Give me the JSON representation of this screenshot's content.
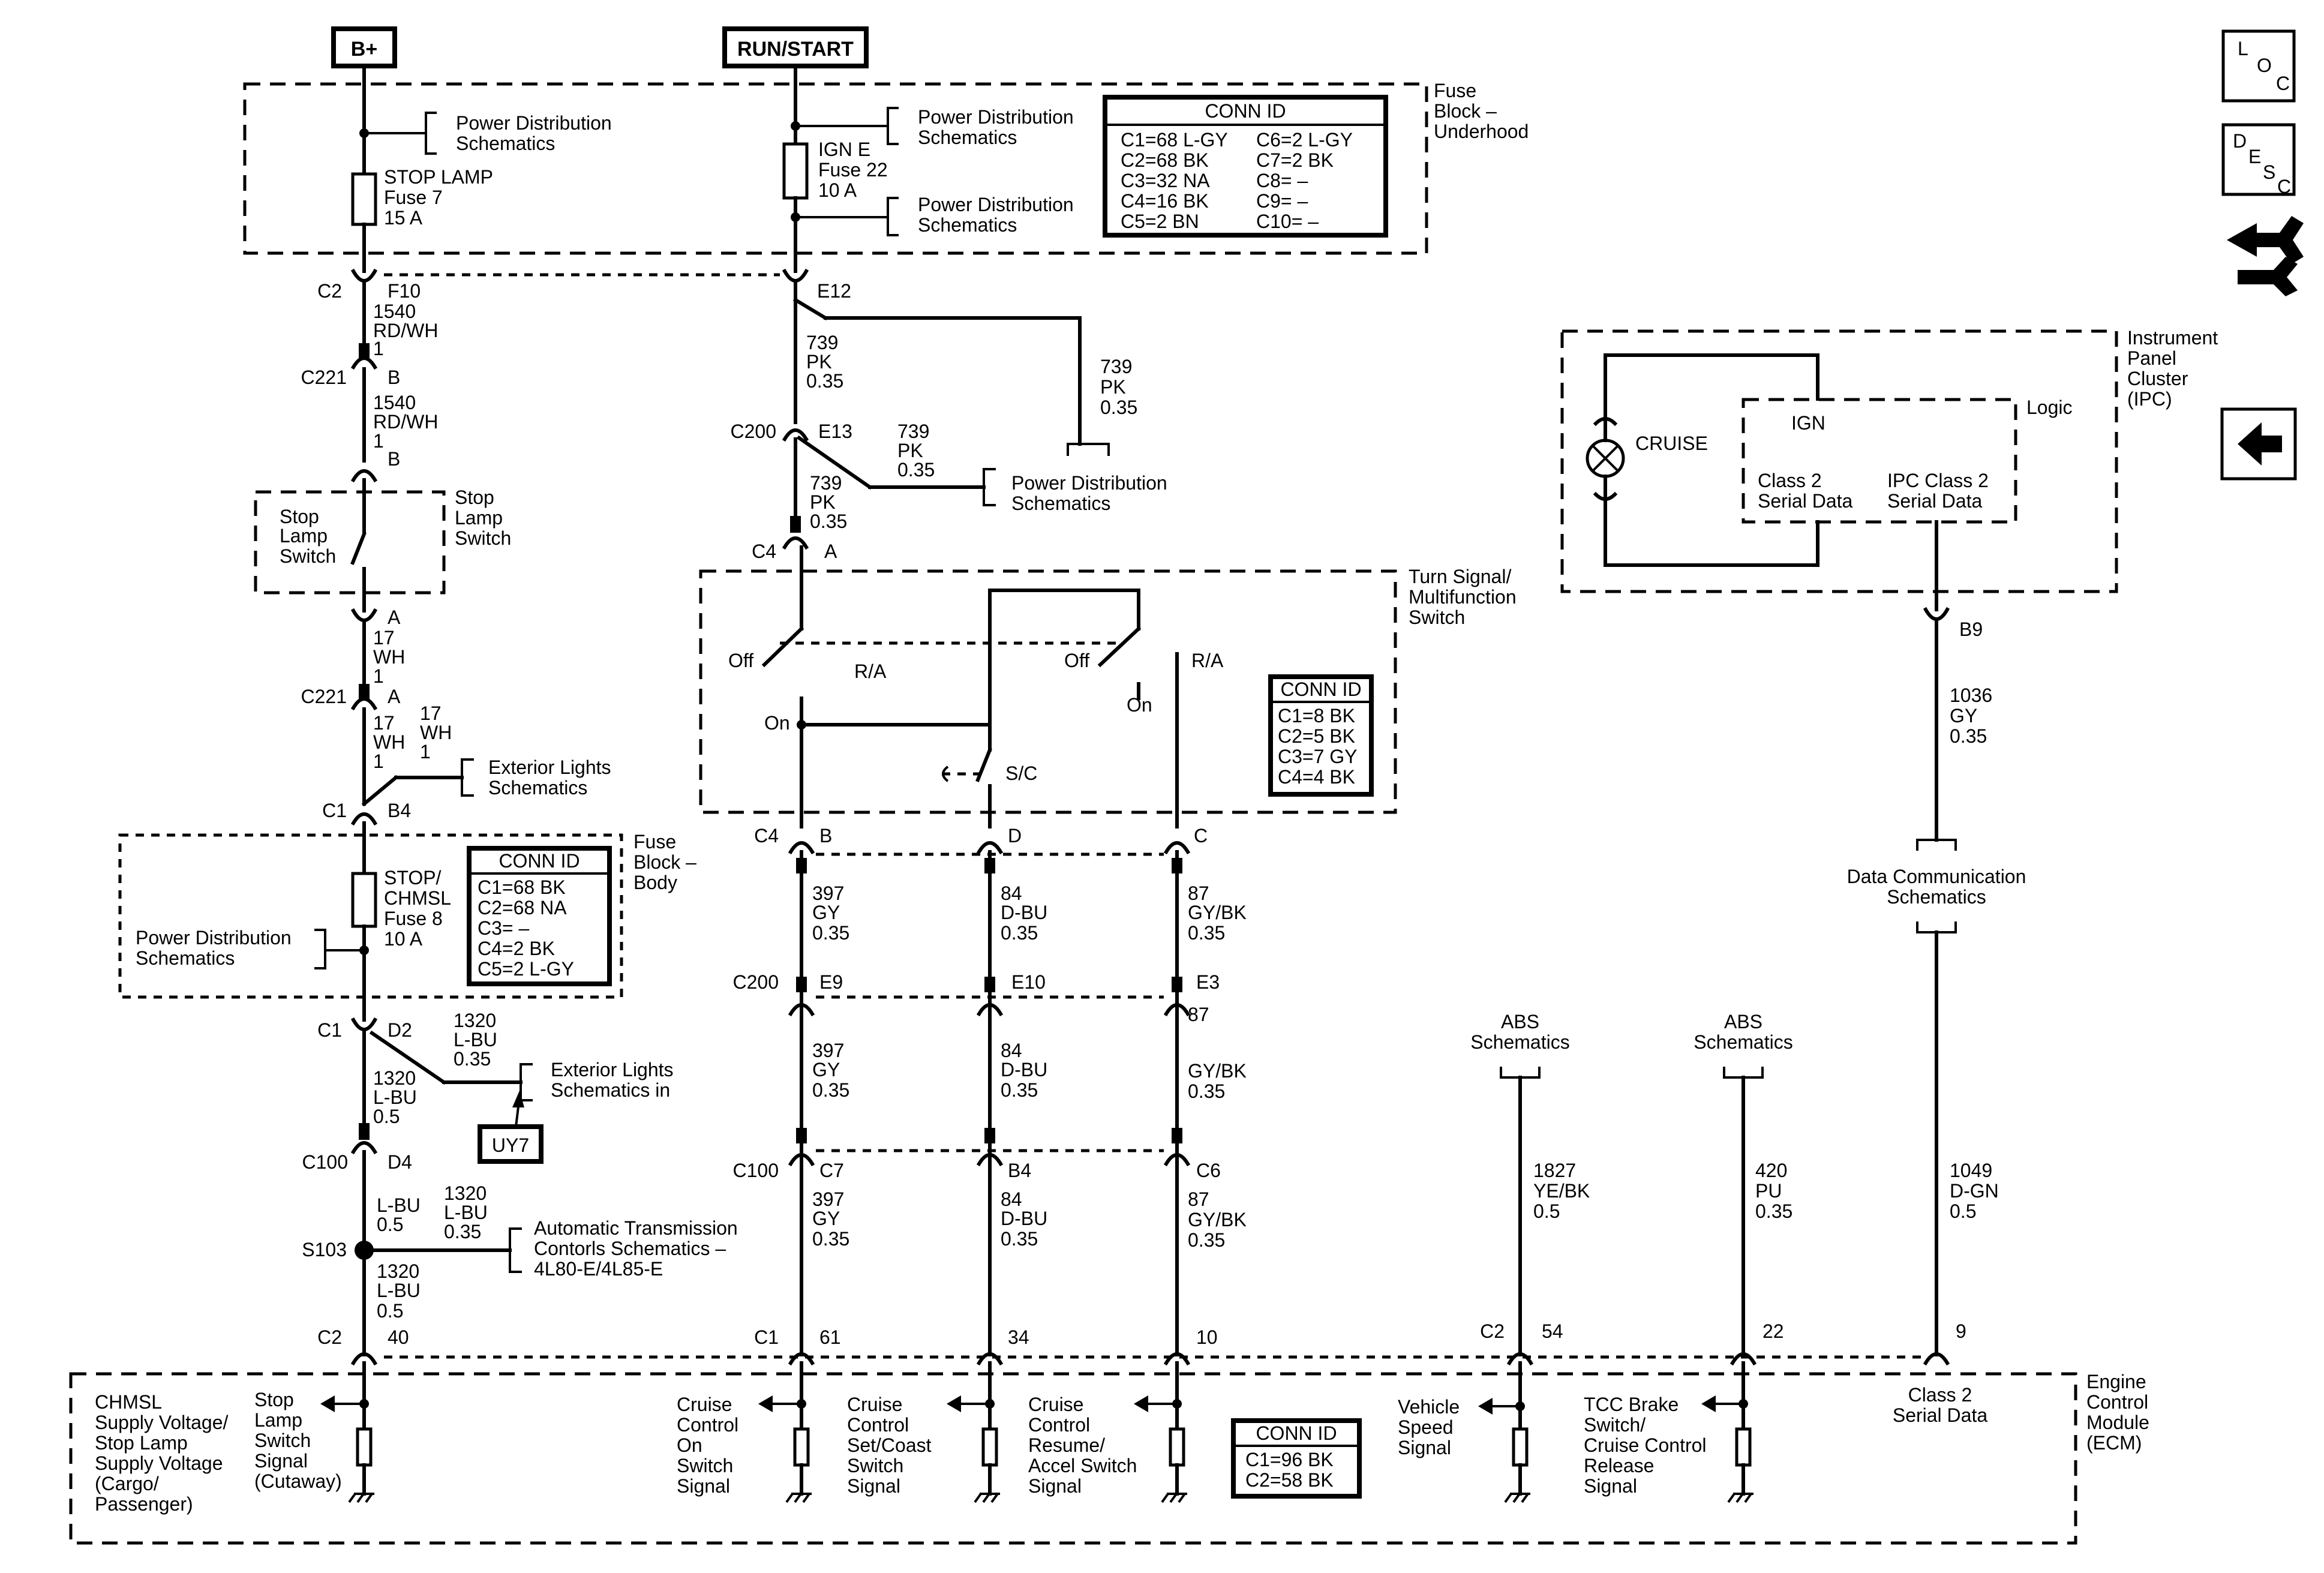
{
  "power": {
    "bplus": "B+",
    "runstart": "RUN/START"
  },
  "nav": {
    "loc": [
      "L",
      "O",
      "C"
    ],
    "desc": [
      "D",
      "E",
      "S",
      "C"
    ]
  },
  "fuse_underhood": {
    "label": [
      "Fuse",
      "Block –",
      "Underhood"
    ],
    "stop_lamp_fuse": [
      "STOP LAMP",
      "Fuse 7",
      "15 A"
    ],
    "ign_fuse": [
      "IGN E",
      "Fuse 22",
      "10 A"
    ],
    "pd1": [
      "Power Distribution",
      "Schematics"
    ],
    "pd2": [
      "Power Distribution",
      "Schematics"
    ],
    "pd3": [
      "Power Distribution",
      "Schematics"
    ],
    "conn_title": "CONN ID",
    "conn_left": [
      "C1=68 L-GY",
      "C2=68 BK",
      "C3=32 NA",
      "C4=16 BK",
      "C5=2 BN"
    ],
    "conn_right": [
      "C6=2 L-GY",
      "C7=2 BK",
      "C8= –",
      "C9= –",
      "C10= –"
    ]
  },
  "left_chain": {
    "c2": "C2",
    "f10": "F10",
    "w1": [
      "1540",
      "RD/WH",
      "1"
    ],
    "c221": "C221",
    "b1": "B",
    "w2": [
      "1540",
      "RD/WH",
      "1"
    ],
    "b2": "B",
    "stop_switch_in": [
      "Stop",
      "Lamp",
      "Switch"
    ],
    "stop_switch_out": [
      "Stop",
      "Lamp",
      "Switch"
    ],
    "a1": "A",
    "w3": [
      "17",
      "WH",
      "1"
    ],
    "c221b": "C221",
    "a2": "A",
    "w4": [
      "17",
      "WH",
      "1"
    ],
    "w5": [
      "17",
      "WH",
      "1"
    ],
    "ext1": [
      "Exterior Lights",
      "Schematics"
    ],
    "c1": "C1",
    "b4": "B4"
  },
  "fuse_body": {
    "label": [
      "Fuse",
      "Block –",
      "Body"
    ],
    "fuse": [
      "STOP/",
      "CHMSL",
      "Fuse 8",
      "10 A"
    ],
    "pd": [
      "Power Distribution",
      "Schematics"
    ],
    "conn_title": "CONN ID",
    "conn": [
      "C1=68 BK",
      "C2=68 NA",
      "C3= –",
      "C4=2 BK",
      "C5=2 L-GY"
    ]
  },
  "lower_left": {
    "c1": "C1",
    "d2": "D2",
    "w1": [
      "1320",
      "L-BU",
      "0.35"
    ],
    "ext2": [
      "Exterior Lights",
      "Schematics in"
    ],
    "uy7": "UY7",
    "w2": [
      "1320",
      "L-BU",
      "0.5"
    ],
    "c100": "C100",
    "d4": "D4",
    "w3": [
      "L-BU",
      "0.5"
    ],
    "w4": [
      "1320",
      "L-BU",
      "0.35"
    ],
    "ats": [
      "Automatic Transmission",
      "Contorls Schematics –",
      "4L80-E/4L85-E"
    ],
    "s103": "S103",
    "w5": [
      "1320",
      "L-BU",
      "0.5"
    ],
    "c2": "C2",
    "p40": "40"
  },
  "middle": {
    "e12": "E12",
    "w1": [
      "739",
      "PK",
      "0.35"
    ],
    "w2": [
      "739",
      "PK",
      "0.35"
    ],
    "c200": "C200",
    "e13": "E13",
    "w3": [
      "739",
      "PK",
      "0.35"
    ],
    "pd4": [
      "Power Distribution",
      "Schematics"
    ],
    "w4": [
      "739",
      "PK",
      "0.35"
    ],
    "c4": "C4",
    "a": "A"
  },
  "turn_switch": {
    "label": [
      "Turn Signal/",
      "Multifunction",
      "Switch"
    ],
    "off1": "Off",
    "ra1": "R/A",
    "off2": "Off",
    "ra2": "R/A",
    "on1": "On",
    "on2": "On",
    "sc": "S/C",
    "conn_title": "CONN ID",
    "conn": [
      "C1=8 BK",
      "C2=5 BK",
      "C3=7 GY",
      "C4=4 BK"
    ]
  },
  "cruise_wires": {
    "c4": "C4",
    "b": "B",
    "d": "D",
    "c": "C",
    "w397a": [
      "397",
      "GY",
      "0.35"
    ],
    "w84a": [
      "84",
      "D-BU",
      "0.35"
    ],
    "w87a": [
      "87",
      "GY/BK",
      "0.35"
    ],
    "c200": "C200",
    "e9": "E9",
    "e10": "E10",
    "e3": "E3",
    "w397b": [
      "397",
      "GY",
      "0.35"
    ],
    "w84b": [
      "84",
      "D-BU",
      "0.35"
    ],
    "w87b": [
      "87",
      "GY/BK",
      "0.35"
    ],
    "c100": "C100",
    "c7": "C7",
    "b4": "B4",
    "c6": "C6",
    "w397c": [
      "397",
      "GY",
      "0.35"
    ],
    "w84c": [
      "84",
      "D-BU",
      "0.35"
    ],
    "w87c": [
      "87",
      "GY/BK",
      "0.35"
    ],
    "c1": "C1",
    "p61": "61",
    "p34": "34",
    "p10": "10"
  },
  "ipc": {
    "label": [
      "Instrument",
      "Panel",
      "Cluster",
      "(IPC)"
    ],
    "logic": "Logic",
    "cruise": "CRUISE",
    "ign": "IGN",
    "class2": [
      "Class 2",
      "Serial Data"
    ],
    "ipc_class2": [
      "IPC Class 2",
      "Serial Data"
    ],
    "b9": "B9",
    "w1": [
      "1036",
      "GY",
      "0.35"
    ],
    "dcs": [
      "Data Communication",
      "Schematics"
    ],
    "w2": [
      "1049",
      "D-GN",
      "0.5"
    ]
  },
  "abs": {
    "abs1": [
      "ABS",
      "Schematics"
    ],
    "abs2": [
      "ABS",
      "Schematics"
    ],
    "w1": [
      "1827",
      "YE/BK",
      "0.5"
    ],
    "w2": [
      "420",
      "PU",
      "0.35"
    ],
    "c2": "C2",
    "p54": "54",
    "p22": "22",
    "p9": "9"
  },
  "ecm": {
    "label": [
      "Engine",
      "Control",
      "Module",
      "(ECM)"
    ],
    "chmsl": [
      "CHMSL",
      "Supply Voltage/",
      "Stop Lamp",
      "Supply Voltage",
      "(Cargo/",
      "Passenger)"
    ],
    "stop_sig": [
      "Stop",
      "Lamp",
      "Switch",
      "Signal",
      "(Cutaway)"
    ],
    "cc_on": [
      "Cruise",
      "Control",
      "On",
      "Switch",
      "Signal"
    ],
    "cc_set": [
      "Cruise",
      "Control",
      "Set/Coast",
      "Switch",
      "Signal"
    ],
    "cc_res": [
      "Cruise",
      "Control",
      "Resume/",
      "Accel Switch",
      "Signal"
    ],
    "conn_title": "CONN ID",
    "conn": [
      "C1=96 BK",
      "C2=58 BK"
    ],
    "vss": [
      "Vehicle",
      "Speed",
      "Signal"
    ],
    "tcc": [
      "TCC Brake",
      "Switch/",
      "Cruise Control",
      "Release",
      "Signal"
    ],
    "class2": [
      "Class 2",
      "Serial Data"
    ]
  }
}
